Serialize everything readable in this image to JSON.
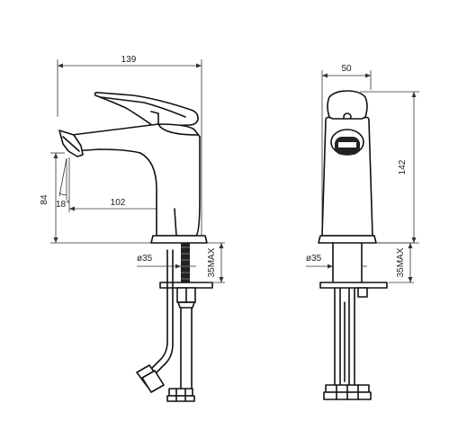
{
  "diagram": {
    "side_view": {
      "width_label": "139",
      "height_label": "84",
      "reach_label": "102",
      "angle_label": "18°",
      "hole_label": "ø35",
      "thickness_label": "35MAX"
    },
    "front_view": {
      "width_label": "50",
      "height_label": "142",
      "hole_label": "ø35",
      "thickness_label": "35MAX"
    },
    "colors": {
      "line": "#111111",
      "dimension": "#333333",
      "background": "#ffffff"
    }
  }
}
